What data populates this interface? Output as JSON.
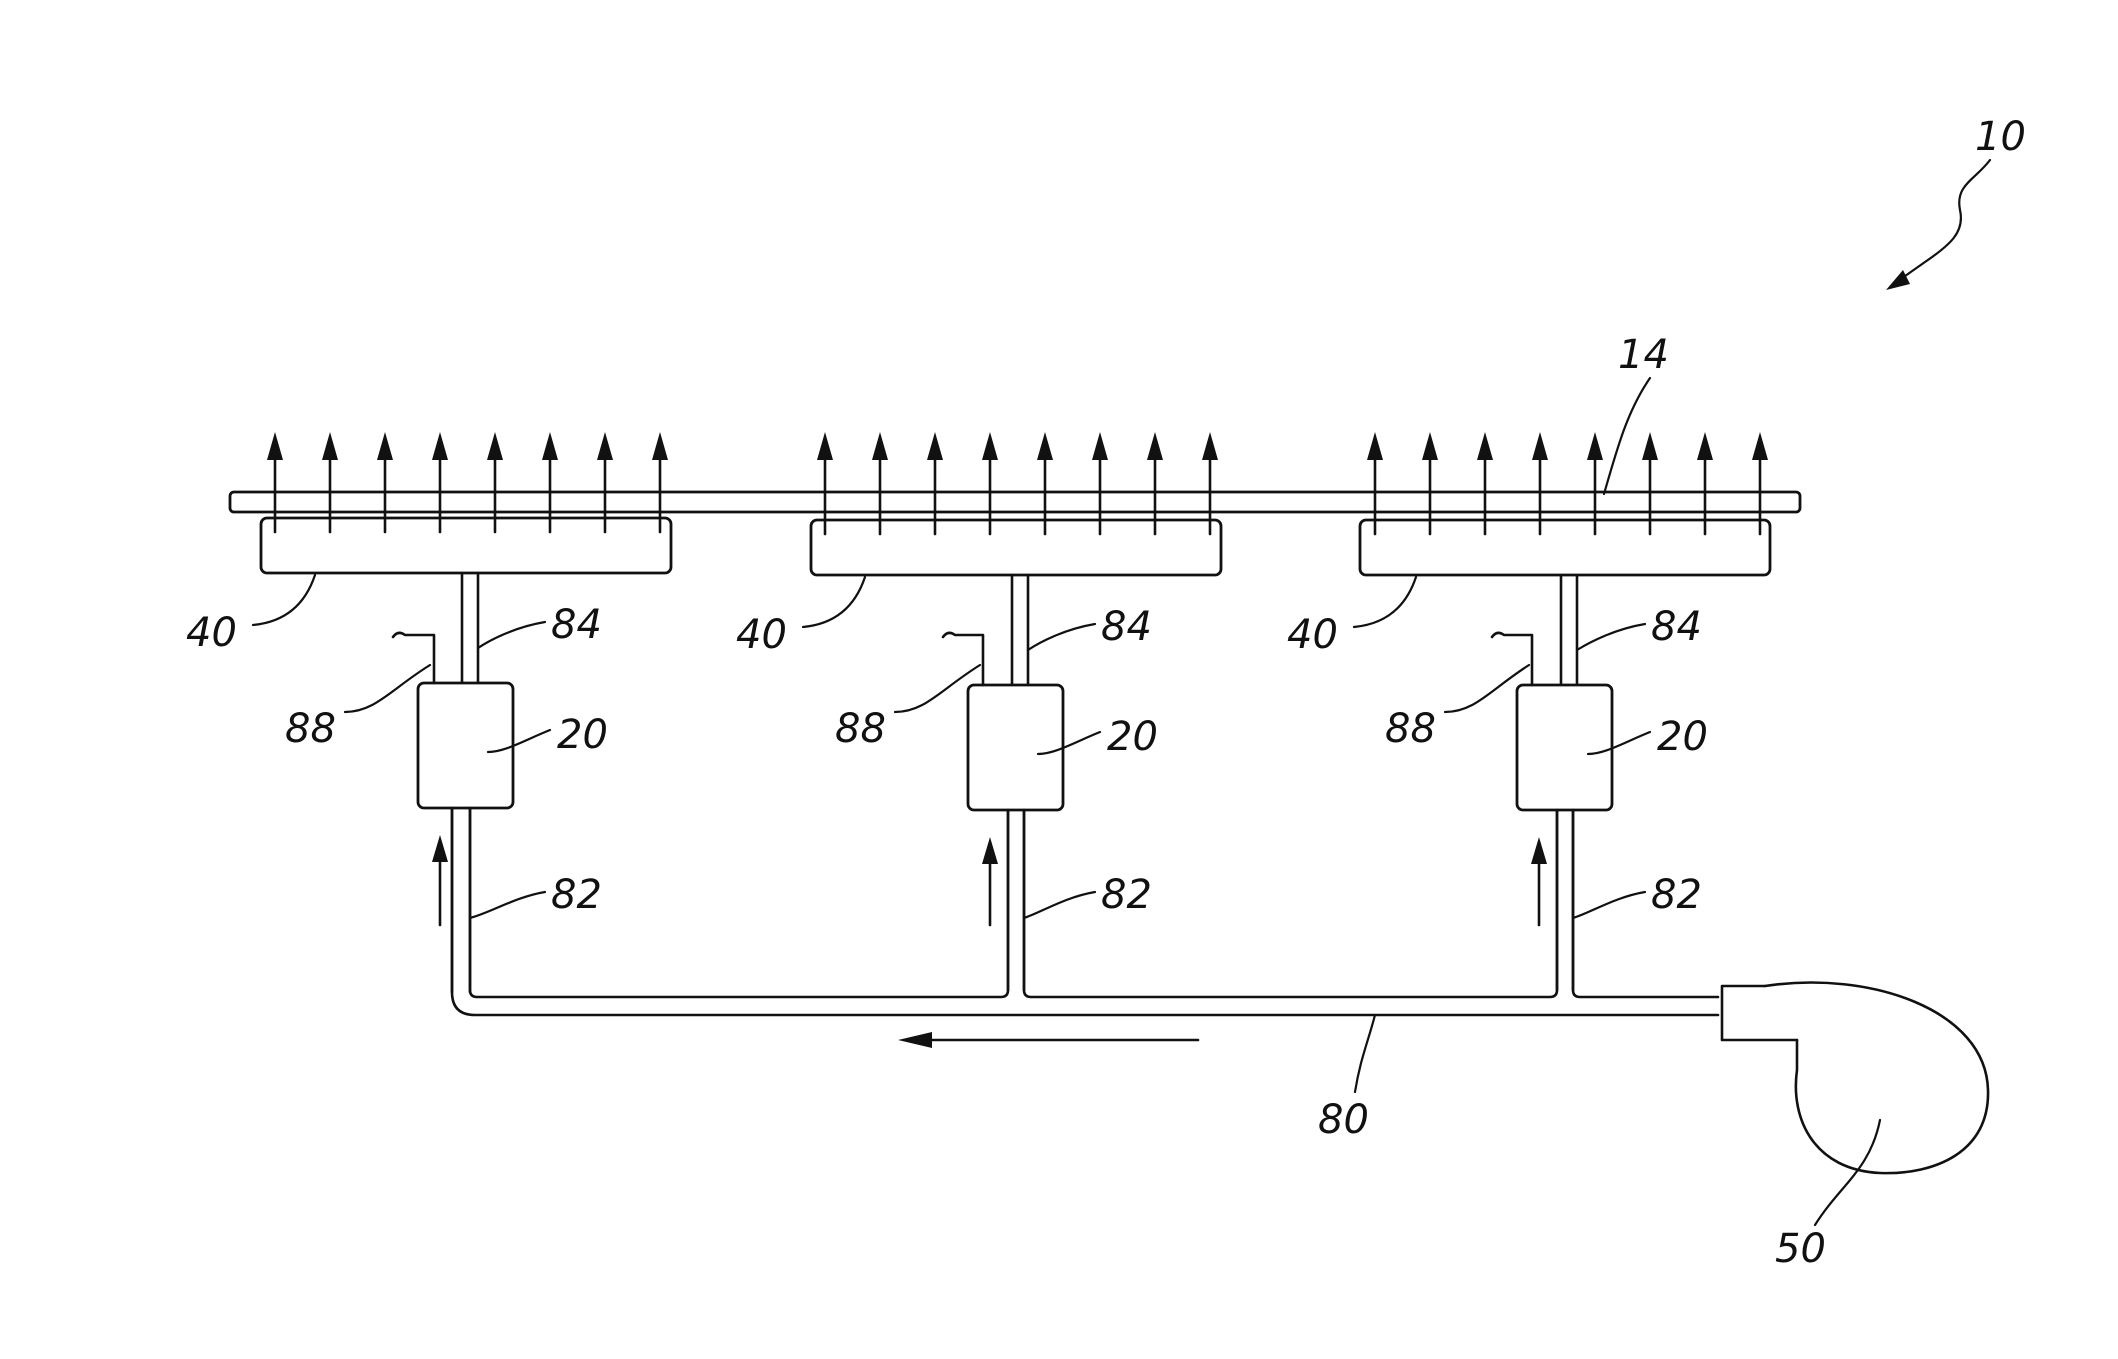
{
  "figure": {
    "system_ref": "10",
    "plate_ref": "14",
    "blower_ref": "50",
    "main_duct_ref": "80",
    "units": [
      {
        "plenum_ref": "40",
        "outlet_pipe_ref": "84",
        "inlet_pipe_ref": "82",
        "device_ref": "20",
        "line_ref": "88"
      },
      {
        "plenum_ref": "40",
        "outlet_pipe_ref": "84",
        "inlet_pipe_ref": "82",
        "device_ref": "20",
        "line_ref": "88"
      },
      {
        "plenum_ref": "40",
        "outlet_pipe_ref": "84",
        "inlet_pipe_ref": "82",
        "device_ref": "20",
        "line_ref": "88"
      }
    ],
    "arrows_per_unit": 8
  }
}
